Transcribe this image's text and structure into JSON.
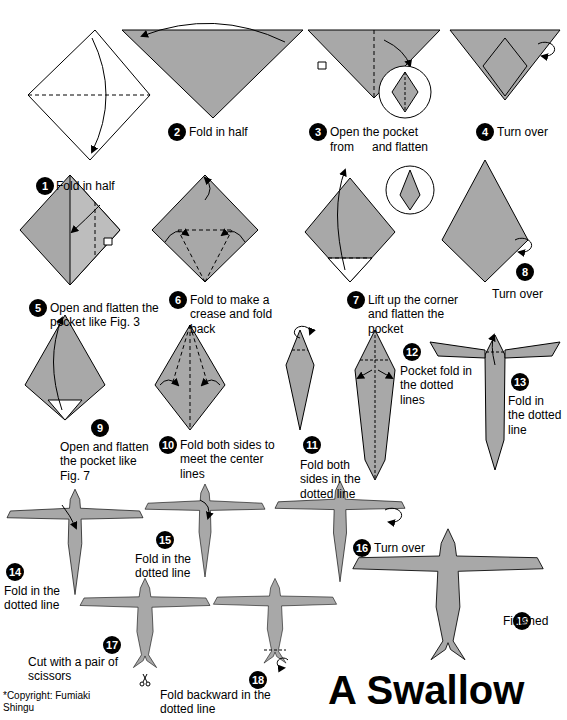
{
  "diagram": {
    "title": "A Swallow",
    "labels": [
      "1",
      "Fold in half",
      "2",
      "Fold in half",
      "3",
      "Open the pocket",
      "from",
      "and flatten",
      "4",
      "Turn over",
      "5",
      "Open and flatten the pocket like Fig. 3",
      "6",
      "Fold to make a crease and fold back",
      "7",
      "Lift up the corner and flatten the pocket",
      "8",
      "Turn over",
      "9",
      "Open and flatten the pocket like Fig. 7",
      "10",
      "Fold both sides to meet the center lines",
      "11",
      "Fold both sides in the dotted line",
      "12",
      "Pocket fold in the dotted lines",
      "13",
      "Fold in the dotted line",
      "14",
      "Fold in the dotted line",
      "15",
      "Fold in the dotted line",
      "16",
      "Turn over",
      "17",
      "Cut with a pair of scissors",
      "18",
      "Fold backward in the dotted line",
      "19",
      "Finished",
      "*Copyright: Fumiaki Shingu"
    ]
  }
}
